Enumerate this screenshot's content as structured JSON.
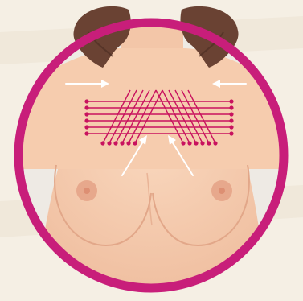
{
  "illustration": {
    "subject": "bust-illustration",
    "colors": {
      "background": "#f5efe4",
      "background_texture": "#ece3d4",
      "ring": "#c81e7a",
      "ring_inner_shadow": "#d9d2c8",
      "skin": "#f6ccae",
      "skin_shadow": "#e2a789",
      "hair": "#6a4233",
      "hair_dark": "#4a2c22",
      "areola": "#e7a88c",
      "nipple": "#dd8f73",
      "thread_line": "#c8125e",
      "thread_point": "#c8125e",
      "arrow": "#ffffff"
    },
    "thread_grid": {
      "horizontal_lines": 6,
      "diagonal_threads": 12,
      "entry_points_per_side": 6
    },
    "arrows": {
      "count": 4,
      "directions": [
        "right",
        "left",
        "up-right",
        "up-left"
      ]
    }
  }
}
